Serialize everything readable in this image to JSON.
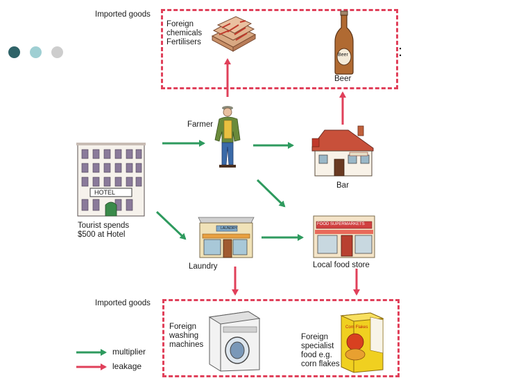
{
  "dots": {
    "colors": [
      "#2f6368",
      "#9fcfd3",
      "#cdcdcd"
    ]
  },
  "colors": {
    "multiplier": "#2e9a5e",
    "leakage": "#e0405a"
  },
  "imported_top": {
    "title": "Imported goods",
    "foreign_chemicals": [
      "Foreign",
      "chemicals",
      "Fertilisers"
    ],
    "beer": "Beer"
  },
  "nodes": {
    "farmer": "Farmer",
    "bar": "Bar",
    "tourist": [
      "Tourist spends",
      "$500 at Hotel"
    ],
    "laundry": "Laundry",
    "local_food_store": "Local food store",
    "hotel_sign": "HOTEL",
    "laundry_sign": "LAUNDRY",
    "food_sign": "FOOD SUPERMARKETS",
    "beer_label": "Beer"
  },
  "imported_bottom": {
    "title": "Imported goods",
    "washing": [
      "Foreign",
      "washing",
      "machines"
    ],
    "food": [
      "Foreign",
      "specialist",
      "food e.g.",
      "corn flakes"
    ],
    "box_brand": "Corn Flakes"
  },
  "legend": {
    "multiplier": "multiplier",
    "leakage": "leakage"
  },
  "edge_glyph": ":"
}
